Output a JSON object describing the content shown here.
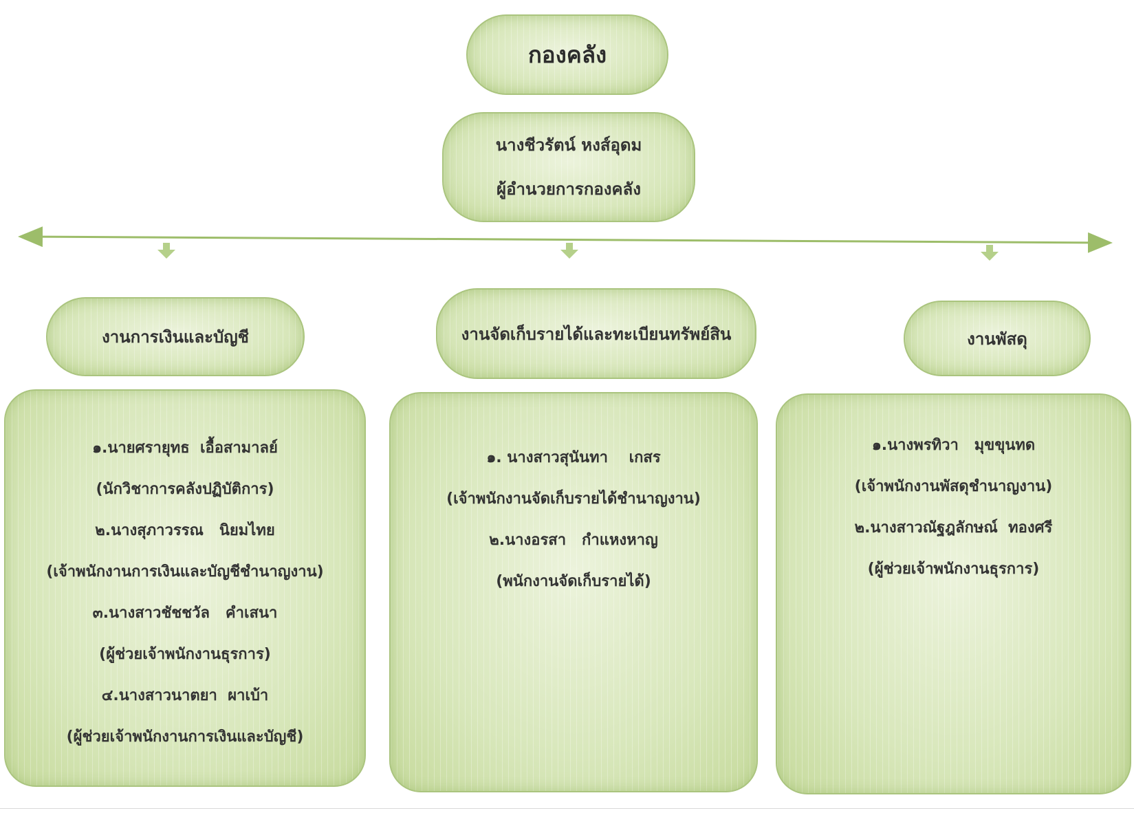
{
  "department": {
    "title": "กองคลัง"
  },
  "director": {
    "name": "นางชีวรัตน์ หงส์อุดม",
    "position": "ผู้อำนวยการกองคลัง"
  },
  "sections": [
    {
      "title": "งานการเงินและบัญชี",
      "staff": [
        "๑.นายศรายุทธ  เอื้อสามาลย์",
        "(นักวิชาการคลังปฏิบัติการ)",
        "๒.นางสุภาวรรณ   นิยมไทย",
        "(เจ้าพนักงานการเงินและบัญชีชำนาญงาน)",
        "๓.นางสาวชัชชวัล   คำเสนา",
        "(ผู้ช่วยเจ้าพนักงานธุรการ)",
        "๔.นางสาวนาตยา  ผาเบ้า",
        "(ผู้ช่วยเจ้าพนักงานการเงินและบัญชี)"
      ]
    },
    {
      "title": "งานจัดเก็บรายได้และทะเบียนทรัพย์สิน",
      "staff": [
        "๑. นางสาวสุนันทา    เกสร",
        "(เจ้าพนักงานจัดเก็บรายได้ชำนาญงาน)",
        "๒.นางอรสา   กำแหงหาญ",
        "(พนักงานจัดเก็บรายได้)"
      ]
    },
    {
      "title": "งานพัสดุ",
      "staff": [
        "๑.นางพรทิวา   มุขขุนทด",
        "(เจ้าพนักงานพัสดุชำนาญงาน)",
        "๒.นางสาวณัฐฎลักษณ์  ทองศรี",
        "(ผู้ช่วยเจ้าพนักงานธุรการ)"
      ]
    }
  ],
  "colors": {
    "box_fill": "#d4e4b4",
    "box_border": "#aac47e",
    "connector": "#9dbd6a"
  }
}
